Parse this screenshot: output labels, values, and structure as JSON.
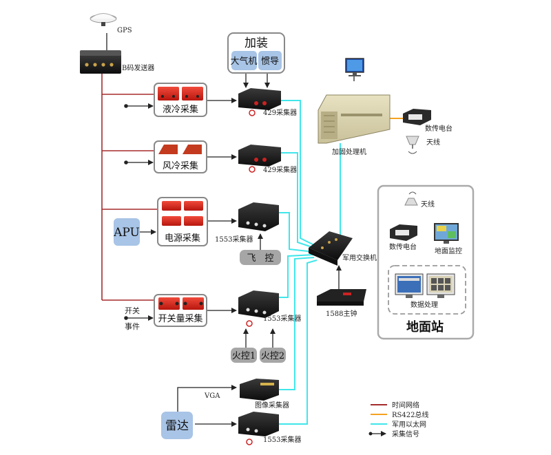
{
  "gps": {
    "label": "GPS"
  },
  "bcode": {
    "label": "B码发送器"
  },
  "jiazhuang": {
    "title": "加装",
    "item1": "大气机",
    "item2": "惯导"
  },
  "yeleng": {
    "label": "液冷采集"
  },
  "fengleng": {
    "label": "风冷采集"
  },
  "dianyuan": {
    "label": "电源采集"
  },
  "apu": {
    "label": "APU"
  },
  "kaiguan": {
    "label": "开关量采集",
    "event_line1": "开关",
    "event_line2": "事件"
  },
  "collectors": {
    "c429a": "429采集器",
    "c429b": "429采集器",
    "c1553a": "1553采集器",
    "c1553b": "1553采集器",
    "c1553c": "1553采集器",
    "image": "图像采集器"
  },
  "feikong": {
    "label": "飞　控"
  },
  "huokong": {
    "one": "火控1",
    "two": "火控2"
  },
  "radar": {
    "label": "雷达",
    "vga": "VGA"
  },
  "switch": {
    "label": "军用交换机"
  },
  "clock": {
    "label": "1588主钟"
  },
  "processor": {
    "label": "加固处理机"
  },
  "datalink": {
    "label": "数传电台",
    "antenna": "天线"
  },
  "ground": {
    "title": "地面站",
    "antenna": "天线",
    "datalink": "数传电台",
    "monitor": "地面监控",
    "processing": "数据处理"
  },
  "legend": {
    "items": [
      {
        "label": "时间网络",
        "color": "#a52a2a"
      },
      {
        "label": "RS422总线",
        "color": "#f4a21e"
      },
      {
        "label": "军用以太网",
        "color": "#3fe6ea"
      },
      {
        "label": "采集信号",
        "color": "#222222"
      }
    ]
  },
  "colors": {
    "time_net": "#a52a2a",
    "rs422": "#f4a21e",
    "ethernet": "#3fe6ea",
    "signal": "#222222",
    "box_blue": "#a8c4e6"
  }
}
